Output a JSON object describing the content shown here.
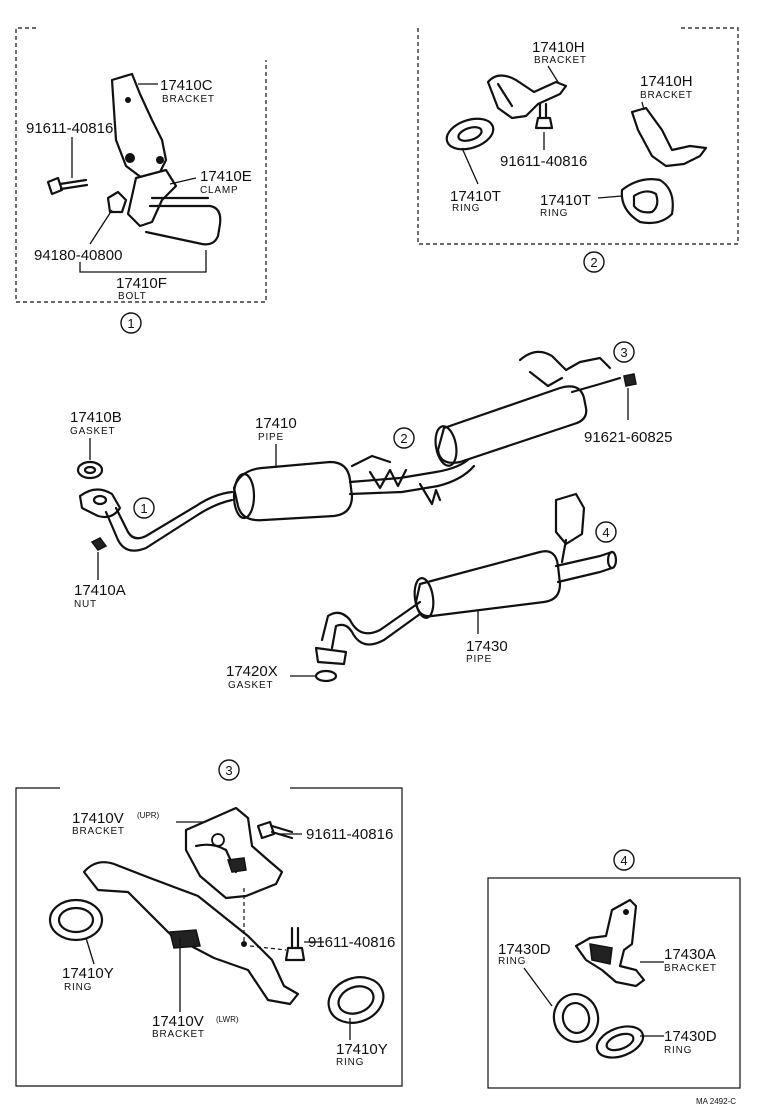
{
  "sheet_code": "MA 2492-C",
  "callouts": {
    "c1": "1",
    "c2": "2",
    "c3": "3",
    "c4": "4"
  },
  "parts": {
    "g1_bracket_17410C": {
      "number": "17410C",
      "name": "BRACKET"
    },
    "g1_clamp_17410E": {
      "number": "17410E",
      "name": "CLAMP"
    },
    "g1_bolt_91611": {
      "number": "91611-40816",
      "name": ""
    },
    "g1_nut_94180": {
      "number": "94180-40800",
      "name": ""
    },
    "g1_bolt_17410F": {
      "number": "17410F",
      "name": "BOLT"
    },
    "g2_bracket_17410H_a": {
      "number": "17410H",
      "name": "BRACKET"
    },
    "g2_bracket_17410H_b": {
      "number": "17410H",
      "name": "BRACKET"
    },
    "g2_bolt_91611": {
      "number": "91611-40816",
      "name": ""
    },
    "g2_ring_17410T_a": {
      "number": "17410T",
      "name": "RING"
    },
    "g2_ring_17410T_b": {
      "number": "17410T",
      "name": "RING"
    },
    "m_gasket_17410B": {
      "number": "17410B",
      "name": "GASKET"
    },
    "m_pipe_17410": {
      "number": "17410",
      "name": "PIPE"
    },
    "m_bolt_91621": {
      "number": "91621-60825",
      "name": ""
    },
    "m_nut_17410A": {
      "number": "17410A",
      "name": "NUT"
    },
    "m_pipe_17430": {
      "number": "17430",
      "name": "PIPE"
    },
    "m_gasket_17420X": {
      "number": "17420X",
      "name": "GASKET"
    },
    "g3_bracket_upr": {
      "number": "17410V",
      "note": "(UPR)",
      "name": "BRACKET"
    },
    "g3_bolt_a": {
      "number": "91611-40816",
      "name": ""
    },
    "g3_bolt_b": {
      "number": "91611-40816",
      "name": ""
    },
    "g3_ring_a": {
      "number": "17410Y",
      "name": "RING"
    },
    "g3_bracket_lwr": {
      "number": "17410V",
      "note": "(LWR)",
      "name": "BRACKET"
    },
    "g3_ring_b": {
      "number": "17410Y",
      "name": "RING"
    },
    "g4_ring_a": {
      "number": "17430D",
      "name": "RING"
    },
    "g4_bracket": {
      "number": "17430A",
      "name": "BRACKET"
    },
    "g4_ring_b": {
      "number": "17430D",
      "name": "RING"
    }
  }
}
